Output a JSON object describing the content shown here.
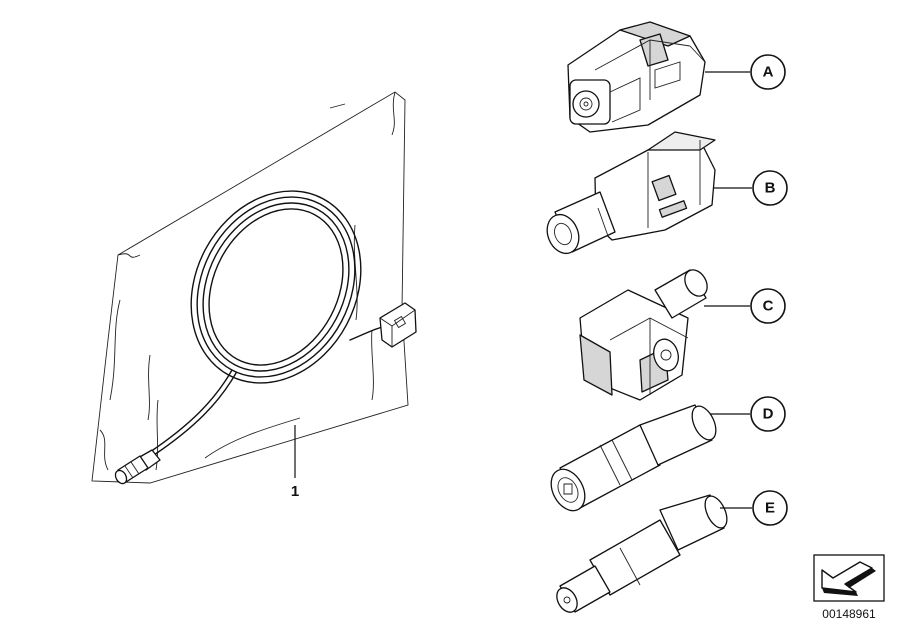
{
  "diagram": {
    "part_label": "1",
    "callouts": [
      {
        "letter": "A"
      },
      {
        "letter": "B"
      },
      {
        "letter": "C"
      },
      {
        "letter": "D"
      },
      {
        "letter": "E"
      }
    ],
    "document_number": "00148961"
  }
}
